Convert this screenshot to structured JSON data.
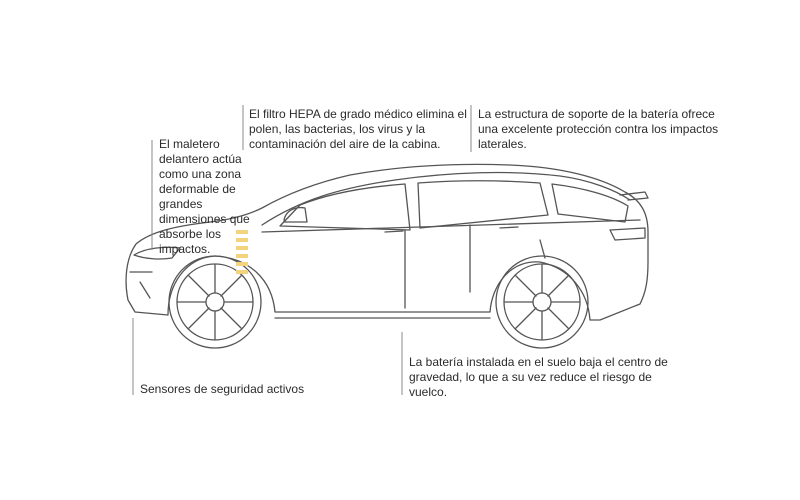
{
  "callouts": {
    "trunk": "El maletero delantero actúa como una zona deformable de grandes dimensiones que absorbe los impactos.",
    "hepa": "El filtro HEPA de grado médico elimina el polen, las bacterias, los virus y la contaminación del aire de la cabina.",
    "structure": "La estructura de soporte de la batería ofrece una excelente protección contra los impactos laterales.",
    "battery": "La batería instalada en el suelo baja el centro de gravedad, lo que a su vez reduce el riesgo de vuelco.",
    "sensors": "Sensores de seguridad activos"
  },
  "colors": {
    "outline": "#555555",
    "leader": "#8a8a8a",
    "crumple": "#f3d37c"
  }
}
